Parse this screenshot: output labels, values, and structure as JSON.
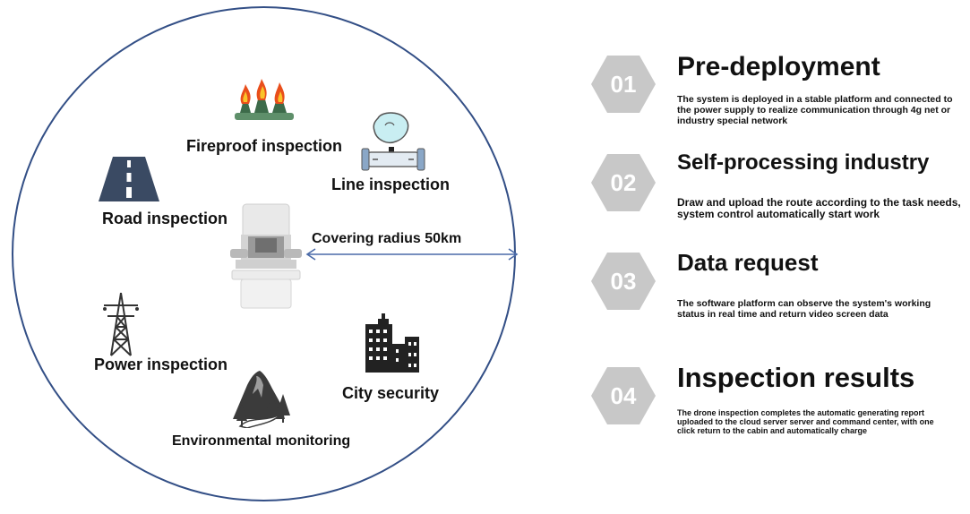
{
  "diagram": {
    "radius_label": "Covering radius 50km",
    "items": [
      {
        "label": "Fireproof inspection",
        "icon": "forest-fire-icon"
      },
      {
        "label": "Line inspection",
        "icon": "pipeline-icon"
      },
      {
        "label": "Road inspection",
        "icon": "road-icon"
      },
      {
        "label": "Power inspection",
        "icon": "power-tower-icon"
      },
      {
        "label": "City security",
        "icon": "city-buildings-icon"
      },
      {
        "label": "Environmental monitoring",
        "icon": "mountain-trees-icon"
      }
    ],
    "center_icon": "drone-nest-icon"
  },
  "steps": [
    {
      "number": "01",
      "title": "Pre-deployment",
      "desc": "The system is deployed in a stable platform and connected to the power supply to realize communication through 4g net or industry special network"
    },
    {
      "number": "02",
      "title": "Self-processing industry",
      "desc": "Draw and upload the route according to the task needs, system control automatically start work"
    },
    {
      "number": "03",
      "title": "Data request",
      "desc": "The software platform can observe the system's working status in real time and return video screen data"
    },
    {
      "number": "04",
      "title": "Inspection results",
      "desc": "The drone inspection completes the automatic generating report uploaded to the cloud server server and command center, with one click return to the cabin and automatically charge"
    }
  ],
  "colors": {
    "circle": "#334f86",
    "hexagon": "#c8c8c8",
    "arrow": "#4a6aa8"
  }
}
